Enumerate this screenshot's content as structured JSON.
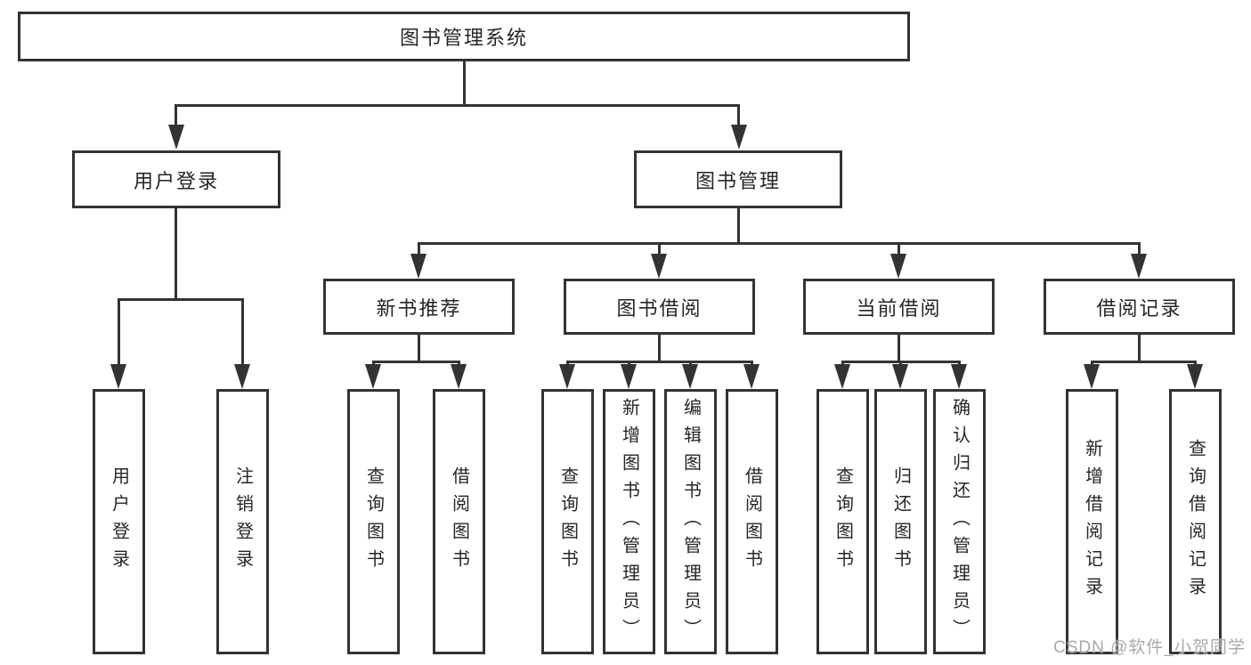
{
  "nodes": {
    "root": "图书管理系统",
    "user_login": "用户登录",
    "book_management": "图书管理",
    "new_book_recommend": "新书推荐",
    "book_borrowing": "图书借阅",
    "current_borrowing": "当前借阅",
    "borrowing_records": "借阅记录",
    "leaf_user_login": "用户登录",
    "leaf_logout": "注销登录",
    "leaf_nb_query_books": "查询图书",
    "leaf_nb_borrow_books": "借阅图书",
    "leaf_bb_query_books": "查询图书",
    "leaf_bb_add_books_admin": "新增图书（管理员）",
    "leaf_bb_edit_books_admin": "编辑图书（管理员）",
    "leaf_bb_borrow_books": "借阅图书",
    "leaf_cb_query_books": "查询图书",
    "leaf_cb_return_books": "归还图书",
    "leaf_cb_confirm_return_admin": "确认归还（管理员）",
    "leaf_br_add_record": "新增借阅记录",
    "leaf_br_query_record": "查询借阅记录"
  },
  "watermark": "CSDN @软件_小贺同学",
  "colors": {
    "line": "#333333",
    "text": "#262626",
    "watermark": "#a9a9a9",
    "background": "#ffffff"
  }
}
